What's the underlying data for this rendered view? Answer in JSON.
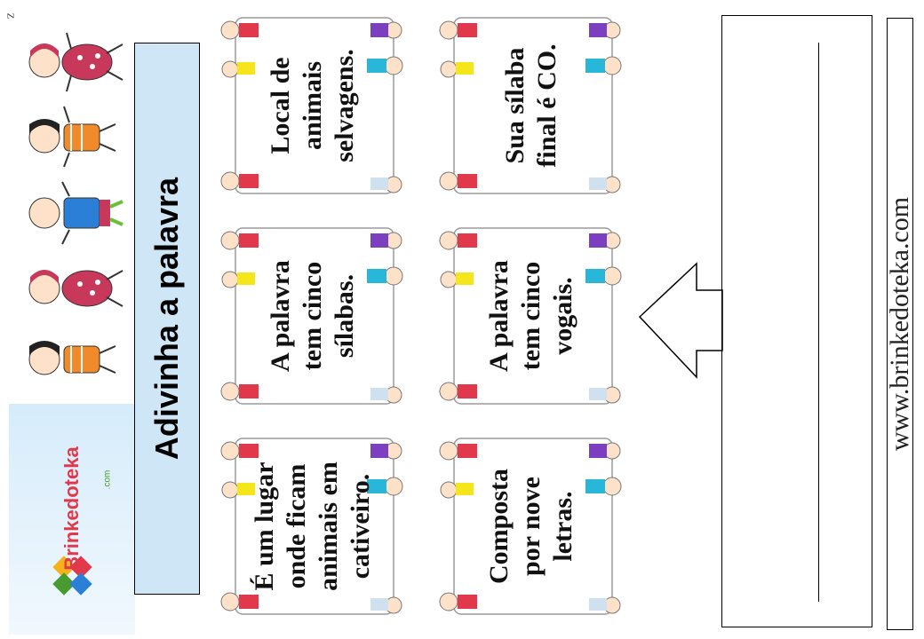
{
  "corner_mark": "Z",
  "title": "Adivinha a palavra",
  "logo": {
    "name": "Brinkedoteka",
    "suffix": ".com"
  },
  "clues": [
    "Local de\nanimais\nselvagens.",
    "Sua sílaba\nfinal é CO.",
    "A palavra\ntem cinco\nsílabas.",
    "A palavra\ntem cinco\nvogais.",
    "É um lugar\nonde ficam\nanimais em\ncativeiro.",
    "Composta\npor nove\nletras."
  ],
  "website": "www.brinkedoteka.com",
  "colors": {
    "title_bg": "#cfe6f6",
    "logo_red": "#e2384b",
    "logo_green": "#4a9b2f",
    "kid_pink": "#c8385a",
    "kid_orange": "#f08a2a",
    "kid_blue": "#2c7fd6"
  },
  "icons": [
    "kid-girl-icon",
    "kid-boy-icon",
    "kid-blue-boy-icon",
    "kid-girl-icon",
    "kid-boy-icon",
    "brinkedoteka-logo-icon",
    "left-arrow-icon"
  ]
}
